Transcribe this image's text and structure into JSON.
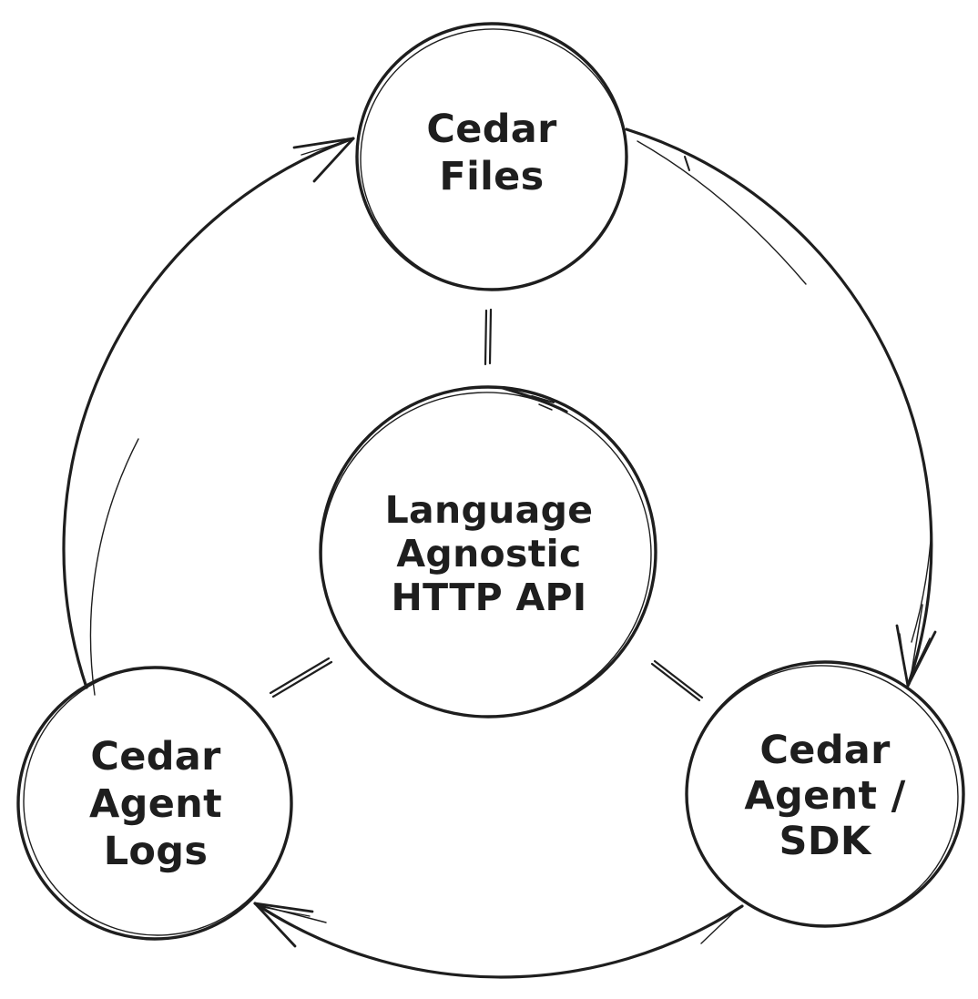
{
  "colors": {
    "ink": "#1e1e1e",
    "background": "#ffffff"
  },
  "nodes": {
    "files": {
      "id": "cedar-files",
      "lines": [
        "Cedar",
        "Files"
      ]
    },
    "api": {
      "id": "language-agnostic-http-api",
      "lines": [
        "Language",
        "Agnostic",
        "HTTP API"
      ]
    },
    "logs": {
      "id": "cedar-agent-logs",
      "lines": [
        "Cedar",
        "Agent",
        "Logs"
      ]
    },
    "sdk": {
      "id": "cedar-agent-sdk",
      "lines": [
        "Cedar",
        "Agent /",
        "SDK"
      ]
    }
  },
  "edges": [
    {
      "from": "cedar-agent-logs",
      "to": "cedar-files",
      "type": "curved-arrow",
      "direction": "clockwise-left-side"
    },
    {
      "from": "cedar-files",
      "to": "cedar-agent-sdk",
      "type": "curved-arrow",
      "direction": "clockwise-right-side"
    },
    {
      "from": "cedar-agent-sdk",
      "to": "cedar-agent-logs",
      "type": "curved-arrow",
      "direction": "clockwise-bottom"
    },
    {
      "from": "language-agnostic-http-api",
      "to": "cedar-files",
      "type": "plain-connector"
    },
    {
      "from": "language-agnostic-http-api",
      "to": "cedar-agent-logs",
      "type": "plain-connector"
    },
    {
      "from": "language-agnostic-http-api",
      "to": "cedar-agent-sdk",
      "type": "plain-connector"
    }
  ]
}
